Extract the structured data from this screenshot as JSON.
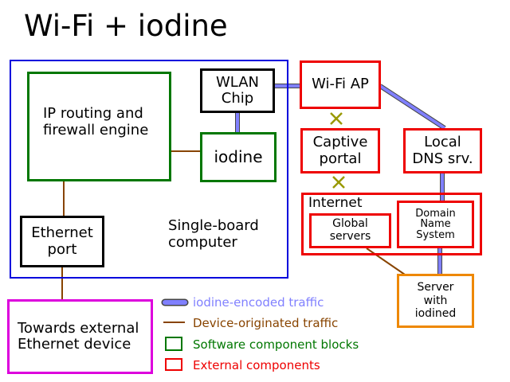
{
  "title": "Wi-Fi + iodine",
  "single_board": {
    "label": "Single-board\ncomputer",
    "routing_engine": "IP routing and\nfirewall engine",
    "wlan_chip": "WLAN\nChip",
    "iodine": "iodine",
    "ethernet_port": "Ethernet\nport"
  },
  "external": {
    "wifi_ap": "Wi-Fi AP",
    "captive_portal": "Captive\nportal",
    "local_dns": "Local\nDNS srv.",
    "internet": "Internet",
    "global_servers": "Global\nservers",
    "dns": "Domain\nName\nSystem",
    "server_iodined": "Server\nwith\niodined",
    "towards_external": "Towards external\nEthernet device"
  },
  "legend": {
    "iodine_traffic": "iodine-encoded traffic",
    "device_traffic": "Device-originated traffic",
    "software_blocks": "Software component blocks",
    "external_components": "External components"
  },
  "colors": {
    "board": "#0000dd",
    "software": "#007700",
    "external": "#ee0000",
    "server": "#ee8800",
    "towards": "#dd00dd",
    "iodine_line": "#8080ff",
    "device_line": "#884400",
    "blocked_x": "#999900"
  }
}
